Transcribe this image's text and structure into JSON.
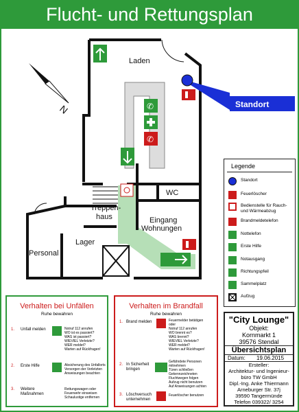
{
  "title": "Flucht- und Rettungsplan",
  "standort_label": "Standort",
  "rooms": {
    "laden": "Laden",
    "wc": "WC",
    "treppenhaus_1": "Treppen-",
    "treppenhaus_2": "haus",
    "eingang_1": "Eingang",
    "eingang_2": "Wohnungen",
    "personal": "Personal",
    "lager": "Lager"
  },
  "legend": {
    "title": "Legende",
    "items": [
      {
        "icon": "standort-dot-icon",
        "label": "Standort"
      },
      {
        "icon": "fire-extinguisher-icon",
        "label": "Feuerlöscher"
      },
      {
        "icon": "smoke-vent-control-icon",
        "label": "Bedienstelle für Rauch- und Wärmeabzug"
      },
      {
        "icon": "fire-alarm-phone-icon",
        "label": "Brandmeldetelefon"
      },
      {
        "icon": "emergency-phone-icon",
        "label": "Nottelefon"
      },
      {
        "icon": "first-aid-icon",
        "label": "Erste Hilfe"
      },
      {
        "icon": "emergency-exit-icon",
        "label": "Notausgang"
      },
      {
        "icon": "direction-arrow-icon",
        "label": "Richtungspfeil"
      },
      {
        "icon": "assembly-point-icon",
        "label": "Sammelplatz"
      },
      {
        "icon": "elevator-icon",
        "label": "Aufzug"
      }
    ]
  },
  "accident": {
    "title": "Verhalten bei Unfällen",
    "subtitle": "Ruhe bewahren",
    "rows": [
      {
        "num": "1.",
        "label": "Unfall melden",
        "text": "Notruf 112 anrufen\nWO ist es passiert?\nWAS ist passiert?\nWIEVIEL Verletzte?\nWER meldet?\nWarten auf Rückfragen!"
      },
      {
        "num": "2.",
        "label": "Erste Hilfe",
        "text": "Absicherung des Unfallorts\nVersorgen der Verletzten\nAnweisungen beachten"
      },
      {
        "num": "3.",
        "label": "Weitere Maßnahmen",
        "text": "Rettungswagen oder Feuerwehr einweisen\nSchaulustige entfernen"
      }
    ]
  },
  "fire": {
    "title": "Verhalten im Brandfall",
    "subtitle": "Ruhe bewahren",
    "rows": [
      {
        "num": "1.",
        "label": "Brand melden",
        "text": "Feuermelder betätigen\noder\nNotruf 112 anrufen\nWO brennt es?\nWAS brennt?\nWIEVIEL Verletzte?\nWER meldet?\nWarten auf Rückfragen!"
      },
      {
        "num": "2.",
        "label": "In Sicherheit bringen",
        "text": "Gefährdete Personen mitnehmen\nTüren schließen\nGekennzeichneten Fluchtwegen folgen\nAufzug nicht benutzen\nAuf Anweisungen achten"
      },
      {
        "num": "3.",
        "label": "Löschversuch unternehmen",
        "text": "Feuerlöscher benutzen"
      }
    ]
  },
  "info": {
    "name": "\"City Lounge\"",
    "object_label": "Objekt:",
    "address_1": "Kornmarkt 1",
    "address_2": "39576 Stendal",
    "plan_type": "Übersichtsplan",
    "date_label": "Datum:",
    "date": "19.06.2015",
    "creator_label": "Ersteller:",
    "creator_1": "Architektur- und Ingenieur-",
    "creator_2": "büro TW GmbH",
    "creator_3": "Dipl.-Ing. Anke Thiermann",
    "creator_4": "Arneburger Str. 37j",
    "creator_5": "39590 Tangermünde",
    "creator_6": "Telefon 039322/ 3254"
  },
  "colors": {
    "green": "#2e9a3a",
    "red": "#cc1b1b",
    "blue": "#1a2fd6",
    "path": "#b6dfb7"
  }
}
